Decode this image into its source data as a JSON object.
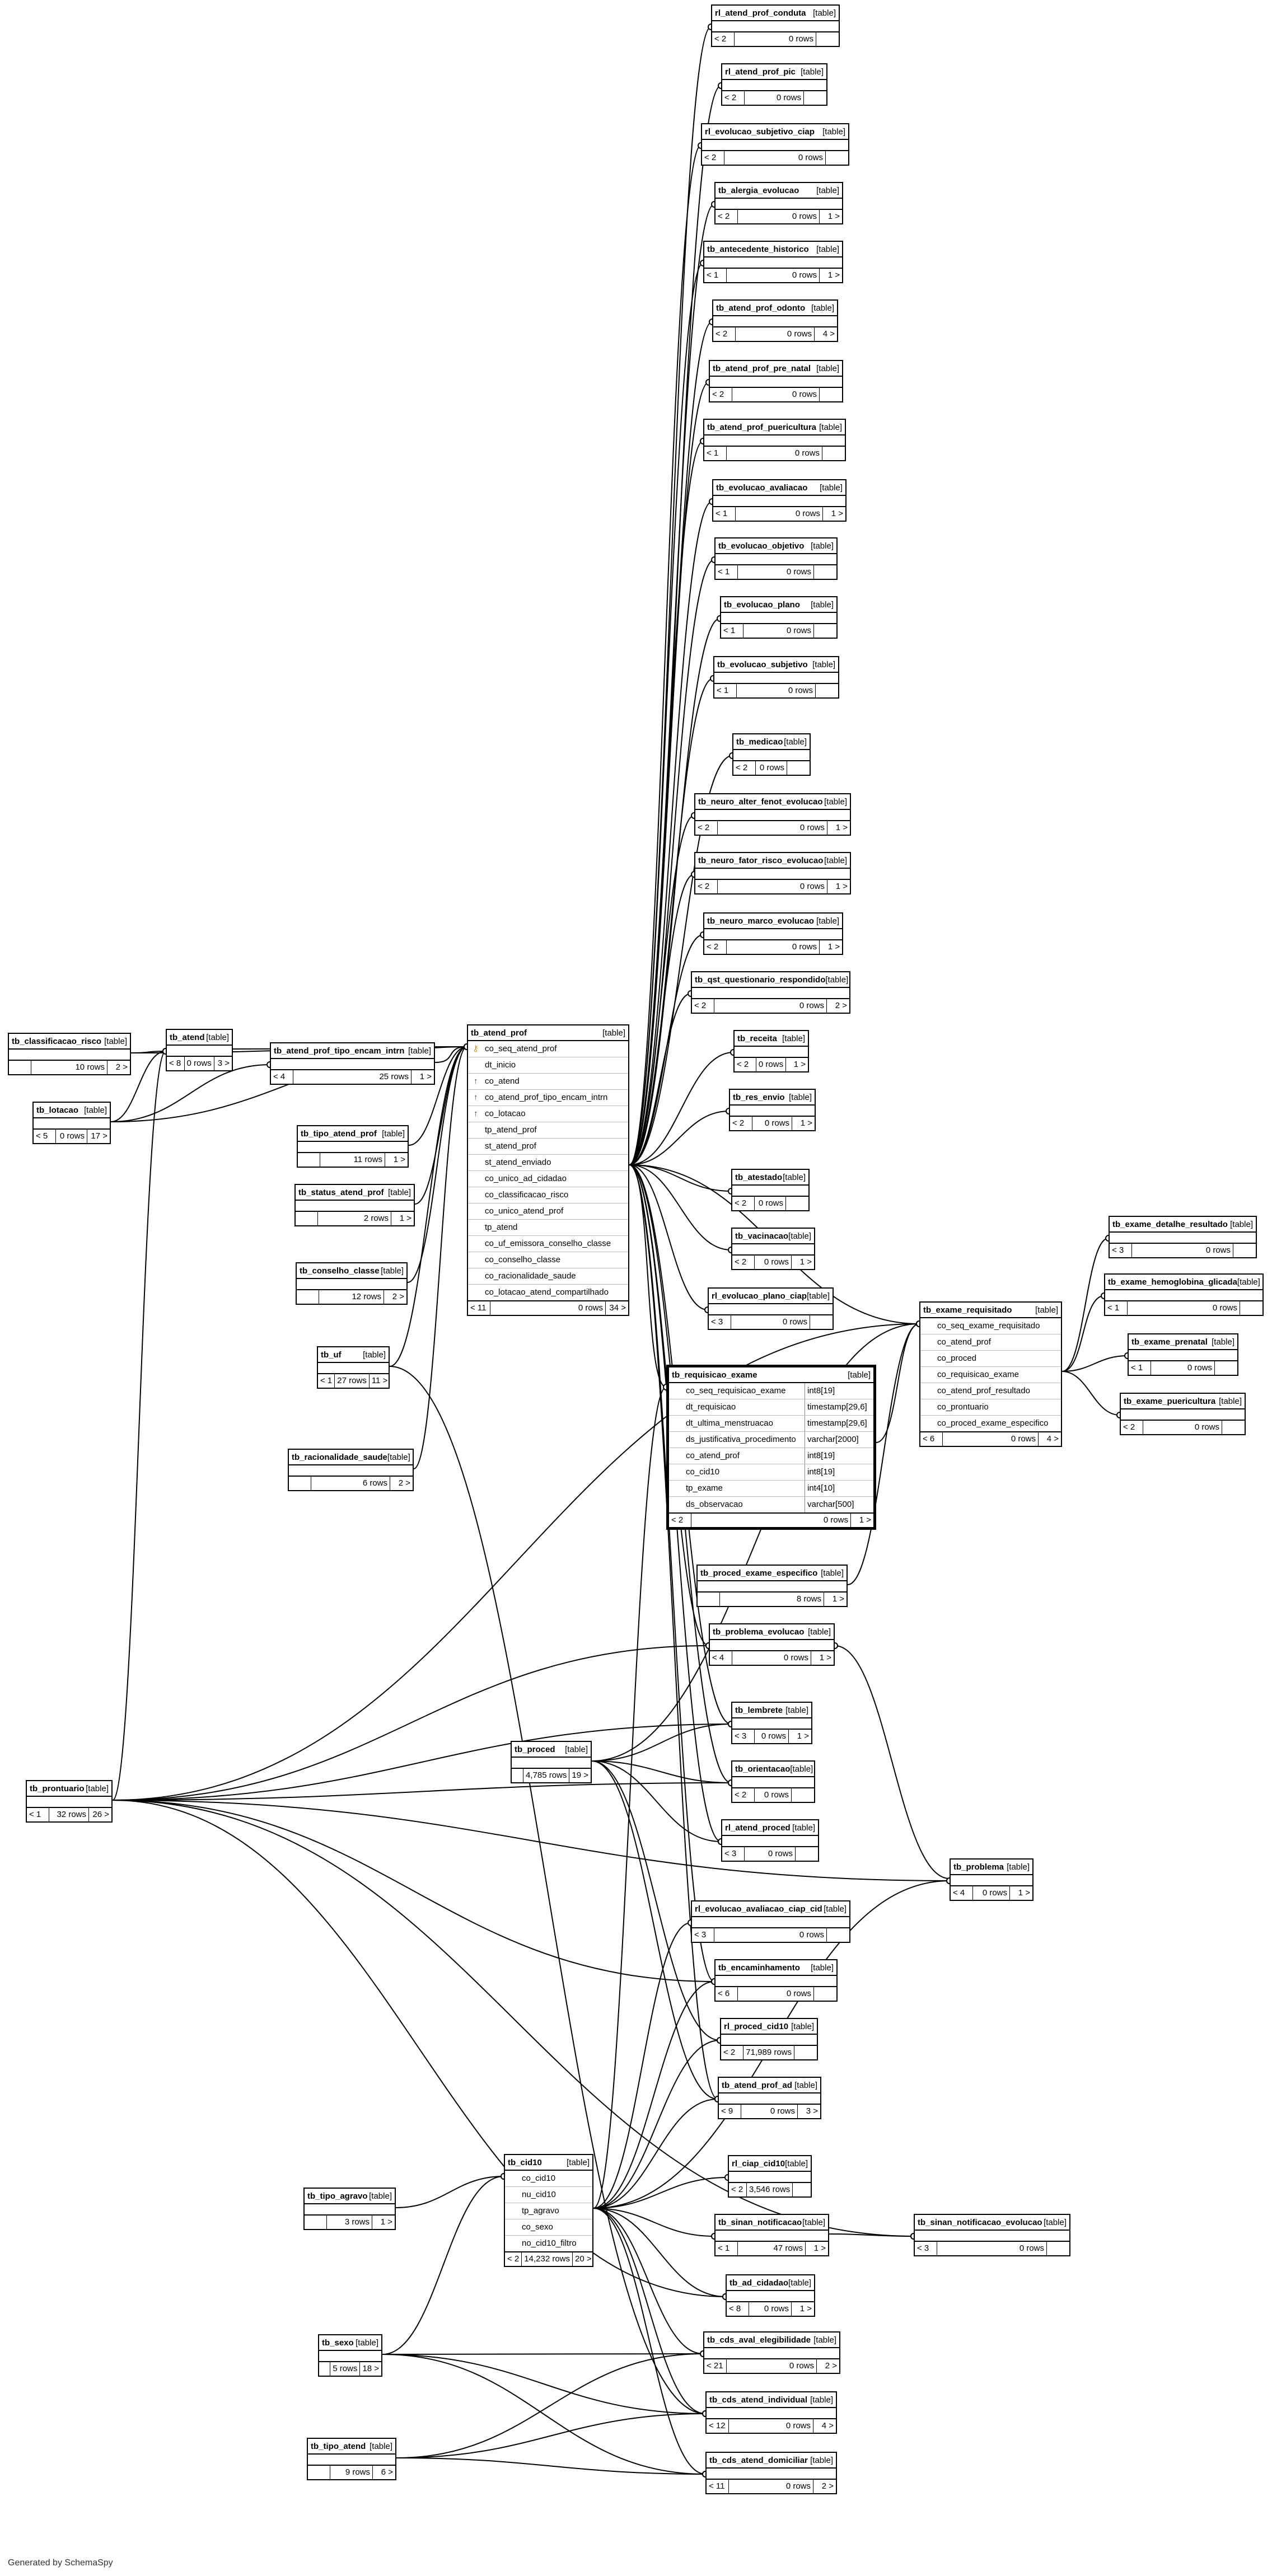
{
  "diagram": {
    "credit": "Generated by SchemaSpy",
    "type_tag": "[table]",
    "tables": [
      {
        "id": "rl_atend_prof_conduta",
        "name": "rl_atend_prof_conduta",
        "parents": "< 2",
        "rows": "0 rows",
        "children": ""
      },
      {
        "id": "rl_atend_prof_pic",
        "name": "rl_atend_prof_pic",
        "parents": "< 2",
        "rows": "0 rows",
        "children": ""
      },
      {
        "id": "rl_evolucao_subjetivo_ciap",
        "name": "rl_evolucao_subjetivo_ciap",
        "parents": "< 2",
        "rows": "0 rows",
        "children": ""
      },
      {
        "id": "tb_alergia_evolucao",
        "name": "tb_alergia_evolucao",
        "parents": "< 2",
        "rows": "0 rows",
        "children": "1 >"
      },
      {
        "id": "tb_antecedente_historico",
        "name": "tb_antecedente_historico",
        "parents": "< 1",
        "rows": "0 rows",
        "children": "1 >"
      },
      {
        "id": "tb_atend_prof_odonto",
        "name": "tb_atend_prof_odonto",
        "parents": "< 2",
        "rows": "0 rows",
        "children": "4 >"
      },
      {
        "id": "tb_atend_prof_pre_natal",
        "name": "tb_atend_prof_pre_natal",
        "parents": "< 2",
        "rows": "0 rows",
        "children": ""
      },
      {
        "id": "tb_atend_prof_puericultura",
        "name": "tb_atend_prof_puericultura",
        "parents": "< 1",
        "rows": "0 rows",
        "children": ""
      },
      {
        "id": "tb_evolucao_avaliacao",
        "name": "tb_evolucao_avaliacao",
        "parents": "< 1",
        "rows": "0 rows",
        "children": "1 >"
      },
      {
        "id": "tb_evolucao_objetivo",
        "name": "tb_evolucao_objetivo",
        "parents": "< 1",
        "rows": "0 rows",
        "children": ""
      },
      {
        "id": "tb_evolucao_plano",
        "name": "tb_evolucao_plano",
        "parents": "< 1",
        "rows": "0 rows",
        "children": ""
      },
      {
        "id": "tb_evolucao_subjetivo",
        "name": "tb_evolucao_subjetivo",
        "parents": "< 1",
        "rows": "0 rows",
        "children": ""
      },
      {
        "id": "tb_medicao",
        "name": "tb_medicao",
        "parents": "< 2",
        "rows": "0 rows",
        "children": ""
      },
      {
        "id": "tb_neuro_alter_fenot_evolucao",
        "name": "tb_neuro_alter_fenot_evolucao",
        "parents": "< 2",
        "rows": "0 rows",
        "children": "1 >"
      },
      {
        "id": "tb_neuro_fator_risco_evolucao",
        "name": "tb_neuro_fator_risco_evolucao",
        "parents": "< 2",
        "rows": "0 rows",
        "children": "1 >"
      },
      {
        "id": "tb_neuro_marco_evolucao",
        "name": "tb_neuro_marco_evolucao",
        "parents": "< 2",
        "rows": "0 rows",
        "children": "1 >"
      },
      {
        "id": "tb_qst_questionario_respondido",
        "name": "tb_qst_questionario_respondido",
        "parents": "< 2",
        "rows": "0 rows",
        "children": "2 >"
      },
      {
        "id": "tb_receita",
        "name": "tb_receita",
        "parents": "< 2",
        "rows": "0 rows",
        "children": "1 >"
      },
      {
        "id": "tb_res_envio",
        "name": "tb_res_envio",
        "parents": "< 2",
        "rows": "0 rows",
        "children": "1 >"
      },
      {
        "id": "tb_atestado",
        "name": "tb_atestado",
        "parents": "< 2",
        "rows": "0 rows",
        "children": ""
      },
      {
        "id": "tb_vacinacao",
        "name": "tb_vacinacao",
        "parents": "< 2",
        "rows": "0 rows",
        "children": "1 >"
      },
      {
        "id": "rl_evolucao_plano_ciap",
        "name": "rl_evolucao_plano_ciap",
        "parents": "< 3",
        "rows": "0 rows",
        "children": ""
      },
      {
        "id": "tb_classificacao_risco",
        "name": "tb_classificacao_risco",
        "parents": "",
        "rows": "10 rows",
        "children": "2 >"
      },
      {
        "id": "tb_atend",
        "name": "tb_atend",
        "parents": "< 8",
        "rows": "0 rows",
        "children": "3 >"
      },
      {
        "id": "tb_atend_prof_tipo_encam_intrn",
        "name": "tb_atend_prof_tipo_encam_intrn",
        "parents": "< 4",
        "rows": "25 rows",
        "children": "1 >"
      },
      {
        "id": "tb_lotacao",
        "name": "tb_lotacao",
        "parents": "< 5",
        "rows": "0 rows",
        "children": "17 >"
      },
      {
        "id": "tb_tipo_atend_prof",
        "name": "tb_tipo_atend_prof",
        "parents": "",
        "rows": "11 rows",
        "children": "1 >"
      },
      {
        "id": "tb_status_atend_prof",
        "name": "tb_status_atend_prof",
        "parents": "",
        "rows": "2 rows",
        "children": "1 >"
      },
      {
        "id": "tb_conselho_classe",
        "name": "tb_conselho_classe",
        "parents": "",
        "rows": "12 rows",
        "children": "2 >"
      },
      {
        "id": "tb_uf",
        "name": "tb_uf",
        "parents": "< 1",
        "rows": "27 rows",
        "children": "11 >"
      },
      {
        "id": "tb_racionalidade_saude",
        "name": "tb_racionalidade_saude",
        "parents": "",
        "rows": "6 rows",
        "children": "2 >"
      },
      {
        "id": "tb_proced_exame_especifico",
        "name": "tb_proced_exame_especifico",
        "parents": "",
        "rows": "8 rows",
        "children": "1 >"
      },
      {
        "id": "tb_problema_evolucao",
        "name": "tb_problema_evolucao",
        "parents": "< 4",
        "rows": "0 rows",
        "children": "1 >"
      },
      {
        "id": "tb_lembrete",
        "name": "tb_lembrete",
        "parents": "< 3",
        "rows": "0 rows",
        "children": "1 >"
      },
      {
        "id": "tb_orientacao",
        "name": "tb_orientacao",
        "parents": "< 2",
        "rows": "0 rows",
        "children": ""
      },
      {
        "id": "tb_proced",
        "name": "tb_proced",
        "parents": "",
        "rows": "4,785 rows",
        "children": "19 >"
      },
      {
        "id": "tb_prontuario",
        "name": "tb_prontuario",
        "parents": "< 1",
        "rows": "32 rows",
        "children": "26 >"
      },
      {
        "id": "rl_atend_proced",
        "name": "rl_atend_proced",
        "parents": "< 3",
        "rows": "0 rows",
        "children": ""
      },
      {
        "id": "tb_problema",
        "name": "tb_problema",
        "parents": "< 4",
        "rows": "0 rows",
        "children": "1 >"
      },
      {
        "id": "rl_evolucao_avaliacao_ciap_cid",
        "name": "rl_evolucao_avaliacao_ciap_cid",
        "parents": "< 3",
        "rows": "0 rows",
        "children": ""
      },
      {
        "id": "tb_encaminhamento",
        "name": "tb_encaminhamento",
        "parents": "< 6",
        "rows": "0 rows",
        "children": ""
      },
      {
        "id": "rl_proced_cid10",
        "name": "rl_proced_cid10",
        "parents": "< 2",
        "rows": "71,989 rows",
        "children": ""
      },
      {
        "id": "tb_atend_prof_ad",
        "name": "tb_atend_prof_ad",
        "parents": "< 9",
        "rows": "0 rows",
        "children": "3 >"
      },
      {
        "id": "rl_ciap_cid10",
        "name": "rl_ciap_cid10",
        "parents": "< 2",
        "rows": "3,546 rows",
        "children": ""
      },
      {
        "id": "tb_sinan_notificacao",
        "name": "tb_sinan_notificacao",
        "parents": "< 1",
        "rows": "47 rows",
        "children": "1 >"
      },
      {
        "id": "tb_sinan_notificacao_evolucao",
        "name": "tb_sinan_notificacao_evolucao",
        "parents": "< 3",
        "rows": "0 rows",
        "children": ""
      },
      {
        "id": "tb_tipo_agravo",
        "name": "tb_tipo_agravo",
        "parents": "",
        "rows": "3 rows",
        "children": "1 >"
      },
      {
        "id": "tb_ad_cidadao",
        "name": "tb_ad_cidadao",
        "parents": "< 8",
        "rows": "0 rows",
        "children": "1 >"
      },
      {
        "id": "tb_sexo",
        "name": "tb_sexo",
        "parents": "",
        "rows": "5 rows",
        "children": "18 >"
      },
      {
        "id": "tb_cds_aval_elegibilidade",
        "name": "tb_cds_aval_elegibilidade",
        "parents": "< 21",
        "rows": "0 rows",
        "children": "2 >"
      },
      {
        "id": "tb_cds_atend_individual",
        "name": "tb_cds_atend_individual",
        "parents": "< 12",
        "rows": "0 rows",
        "children": "4 >"
      },
      {
        "id": "tb_tipo_atend",
        "name": "tb_tipo_atend",
        "parents": "",
        "rows": "9 rows",
        "children": "6 >"
      },
      {
        "id": "tb_cds_atend_domiciliar",
        "name": "tb_cds_atend_domiciliar",
        "parents": "< 11",
        "rows": "0 rows",
        "children": "2 >"
      },
      {
        "id": "tb_exame_detalhe_resultado",
        "name": "tb_exame_detalhe_resultado",
        "parents": "< 3",
        "rows": "0 rows",
        "children": ""
      },
      {
        "id": "tb_exame_hemoglobina_glicada",
        "name": "tb_exame_hemoglobina_glicada",
        "parents": "< 1",
        "rows": "0 rows",
        "children": ""
      },
      {
        "id": "tb_exame_prenatal",
        "name": "tb_exame_prenatal",
        "parents": "< 1",
        "rows": "0 rows",
        "children": ""
      },
      {
        "id": "tb_exame_puericultura",
        "name": "tb_exame_puericultura",
        "parents": "< 2",
        "rows": "0 rows",
        "children": ""
      },
      {
        "id": "tb_atend_prof",
        "name": "tb_atend_prof",
        "parents": "< 11",
        "rows": "0 rows",
        "children": "34 >",
        "columns": [
          {
            "n": "co_seq_atend_prof",
            "k": "pk"
          },
          {
            "n": "dt_inicio",
            "k": ""
          },
          {
            "n": "co_atend",
            "k": "fk"
          },
          {
            "n": "co_atend_prof_tipo_encam_intrn",
            "k": "fk"
          },
          {
            "n": "co_lotacao",
            "k": "fk"
          },
          {
            "n": "tp_atend_prof",
            "k": ""
          },
          {
            "n": "st_atend_prof",
            "k": ""
          },
          {
            "n": "st_atend_enviado",
            "k": ""
          },
          {
            "n": "co_unico_ad_cidadao",
            "k": ""
          },
          {
            "n": "co_classificacao_risco",
            "k": ""
          },
          {
            "n": "co_unico_atend_prof",
            "k": ""
          },
          {
            "n": "tp_atend",
            "k": ""
          },
          {
            "n": "co_uf_emissora_conselho_classe",
            "k": ""
          },
          {
            "n": "co_conselho_classe",
            "k": ""
          },
          {
            "n": "co_racionalidade_saude",
            "k": ""
          },
          {
            "n": "co_lotacao_atend_compartilhado",
            "k": ""
          }
        ]
      },
      {
        "id": "tb_requisicao_exame",
        "name": "tb_requisicao_exame",
        "parents": "< 2",
        "rows": "0 rows",
        "children": "1 >",
        "focus": true,
        "columns": [
          {
            "n": "co_seq_requisicao_exame",
            "t": "int8[19]"
          },
          {
            "n": "dt_requisicao",
            "t": "timestamp[29,6]"
          },
          {
            "n": "dt_ultima_menstruacao",
            "t": "timestamp[29,6]"
          },
          {
            "n": "ds_justificativa_procedimento",
            "t": "varchar[2000]"
          },
          {
            "n": "co_atend_prof",
            "t": "int8[19]"
          },
          {
            "n": "co_cid10",
            "t": "int8[19]"
          },
          {
            "n": "tp_exame",
            "t": "int4[10]"
          },
          {
            "n": "ds_observacao",
            "t": "varchar[500]"
          }
        ]
      },
      {
        "id": "tb_exame_requisitado",
        "name": "tb_exame_requisitado",
        "parents": "< 6",
        "rows": "0 rows",
        "children": "4 >",
        "columns": [
          {
            "n": "co_seq_exame_requisitado",
            "k": ""
          },
          {
            "n": "co_atend_prof",
            "k": ""
          },
          {
            "n": "co_proced",
            "k": ""
          },
          {
            "n": "co_requisicao_exame",
            "k": ""
          },
          {
            "n": "co_atend_prof_resultado",
            "k": ""
          },
          {
            "n": "co_prontuario",
            "k": ""
          },
          {
            "n": "co_proced_exame_especifico",
            "k": ""
          }
        ]
      },
      {
        "id": "tb_cid10",
        "name": "tb_cid10",
        "parents": "< 2",
        "rows": "14,232 rows",
        "children": "20 >",
        "columns": [
          {
            "n": "co_cid10",
            "k": ""
          },
          {
            "n": "nu_cid10",
            "k": ""
          },
          {
            "n": "tp_agravo",
            "k": ""
          },
          {
            "n": "co_sexo",
            "k": ""
          },
          {
            "n": "no_cid10_filtro",
            "k": ""
          }
        ]
      }
    ]
  }
}
